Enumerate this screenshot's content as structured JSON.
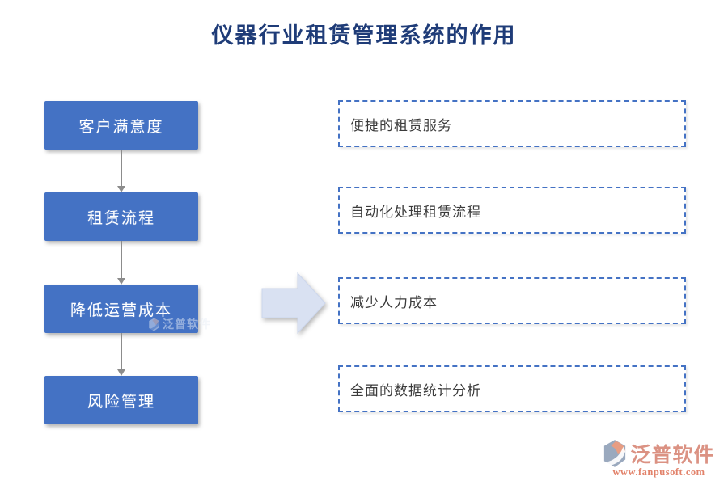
{
  "page": {
    "title": "仪器行业租赁管理系统的作用"
  },
  "flow": {
    "steps": [
      {
        "label": "客户满意度",
        "benefit": "便捷的租赁服务"
      },
      {
        "label": "租赁流程",
        "benefit": "自动化处理租赁流程"
      },
      {
        "label": "降低运营成本",
        "benefit": "减少人力成本"
      },
      {
        "label": "风险管理",
        "benefit": "全面的数据统计分析"
      }
    ]
  },
  "branding": {
    "logo_text": "泛普软件",
    "website": "www.fanpusoft.com",
    "watermark_text": "泛普软件"
  },
  "colors": {
    "step_box_fill": "#4472C4",
    "title_text": "#1F3C78",
    "dashed_border": "#4472C4",
    "benefit_text": "#3B3B3B",
    "connector_gray": "#8C8C8C",
    "big_arrow_fill": "#D9E1F2",
    "logo_text": "#DB9283",
    "website_text": "#E2826A"
  }
}
